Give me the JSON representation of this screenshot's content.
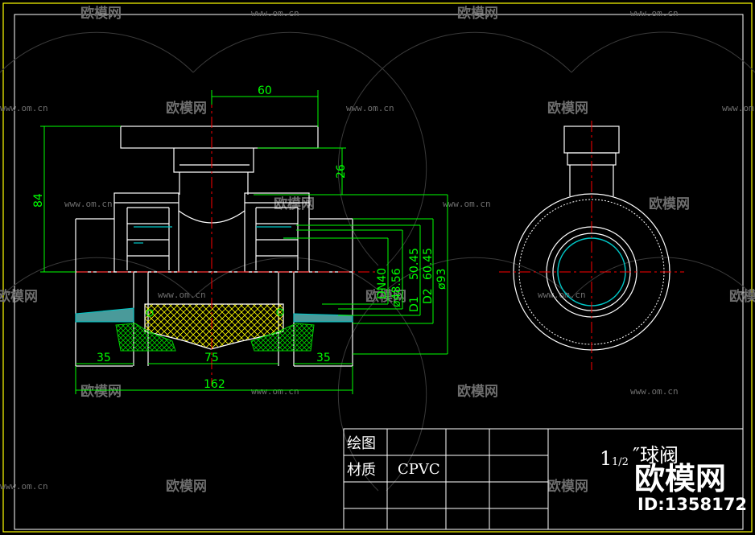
{
  "watermark": {
    "brand": "欧模网",
    "url": "www.om.cn"
  },
  "dimensions": {
    "handle_width": "60",
    "stem_height": "26",
    "overall_height": "84",
    "dn": "DN40",
    "d48": "ø48.56",
    "d1": "D1",
    "d50": "50.45",
    "d2": "D2",
    "d60": "60.45",
    "d93": "ø93",
    "socket_left": "35",
    "body_length": "75",
    "socket_right": "35",
    "overall_length": "162"
  },
  "title_block": {
    "drawing_label": "绘图",
    "material_label": "材质",
    "material_value": "CPVC",
    "title_main": "1",
    "title_fraction": "1/2",
    "title_suffix": "″球阀"
  },
  "logo": {
    "brand": "欧模网",
    "id": "ID:1358172"
  },
  "colors": {
    "line": "#ffffff",
    "dimension": "#00ff00",
    "center": "#ff0000",
    "pipe": "#00c8c8",
    "hatch": "#ffff00",
    "seal": "#00a000",
    "frame": "#ffff00"
  }
}
